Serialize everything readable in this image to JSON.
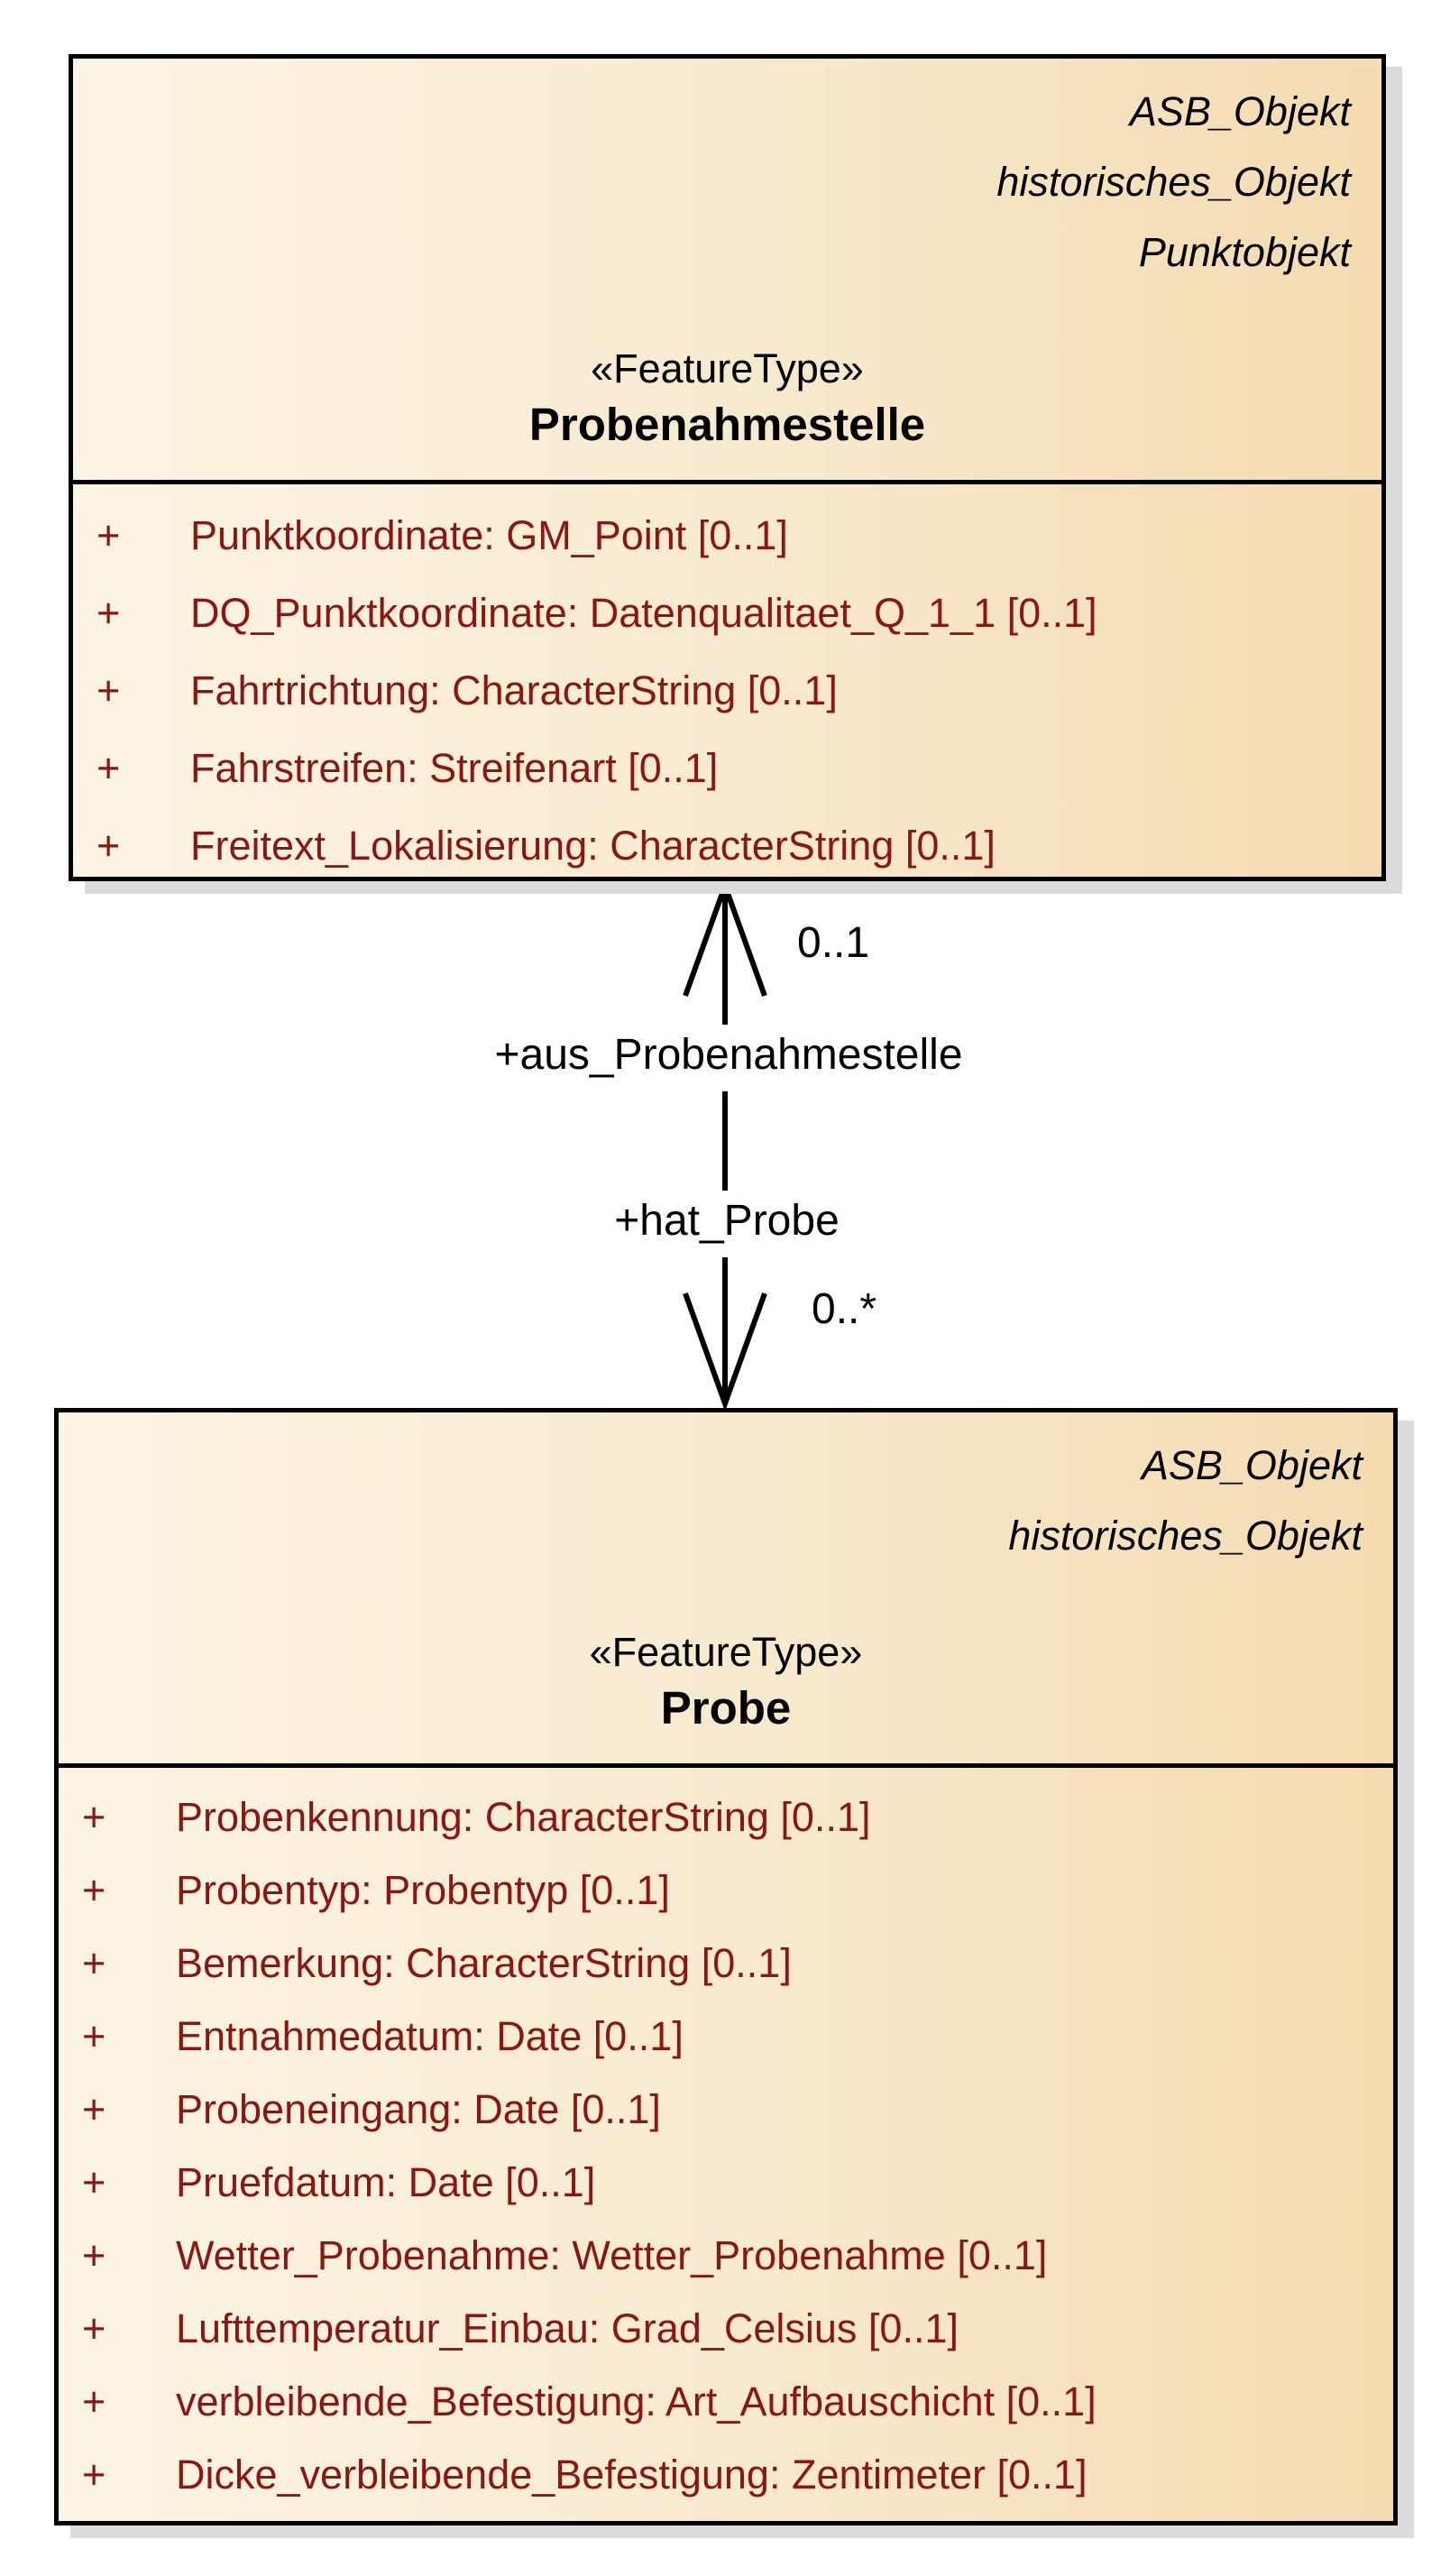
{
  "diagram": {
    "type": "uml-class-diagram",
    "classes": [
      {
        "name": "Probenahmestelle",
        "stereotype": "«FeatureType»",
        "inherited": [
          "ASB_Objekt",
          "historisches_Objekt",
          "Punktobjekt"
        ],
        "attributes": [
          {
            "vis": "+",
            "text": "Punktkoordinate: GM_Point [0..1]"
          },
          {
            "vis": "+",
            "text": "DQ_Punktkoordinate: Datenqualitaet_Q_1_1 [0..1]"
          },
          {
            "vis": "+",
            "text": "Fahrtrichtung: CharacterString [0..1]"
          },
          {
            "vis": "+",
            "text": "Fahrstreifen: Streifenart [0..1]"
          },
          {
            "vis": "+",
            "text": "Freitext_Lokalisierung: CharacterString [0..1]"
          }
        ]
      },
      {
        "name": "Probe",
        "stereotype": "«FeatureType»",
        "inherited": [
          "ASB_Objekt",
          "historisches_Objekt"
        ],
        "attributes": [
          {
            "vis": "+",
            "text": "Probenkennung: CharacterString [0..1]"
          },
          {
            "vis": "+",
            "text": "Probentyp: Probentyp [0..1]"
          },
          {
            "vis": "+",
            "text": "Bemerkung: CharacterString [0..1]"
          },
          {
            "vis": "+",
            "text": "Entnahmedatum: Date [0..1]"
          },
          {
            "vis": "+",
            "text": "Probeneingang: Date [0..1]"
          },
          {
            "vis": "+",
            "text": "Pruefdatum: Date [0..1]"
          },
          {
            "vis": "+",
            "text": "Wetter_Probenahme: Wetter_Probenahme [0..1]"
          },
          {
            "vis": "+",
            "text": "Lufttemperatur_Einbau: Grad_Celsius [0..1]"
          },
          {
            "vis": "+",
            "text": "verbleibende_Befestigung: Art_Aufbauschicht [0..1]"
          },
          {
            "vis": "+",
            "text": "Dicke_verbleibende_Befestigung: Zentimeter [0..1]"
          }
        ]
      }
    ],
    "association": {
      "source_role": "+aus_Probenahmestelle",
      "source_multiplicity": "0..1",
      "target_role": "+hat_Probe",
      "target_multiplicity": "0..*"
    },
    "colors": {
      "fill_left": "#fcf4e4",
      "fill_right": "#f4dbb1",
      "border": "#000000",
      "attribute_text": "#8b1612",
      "shadow": "#dbdbdb"
    }
  }
}
